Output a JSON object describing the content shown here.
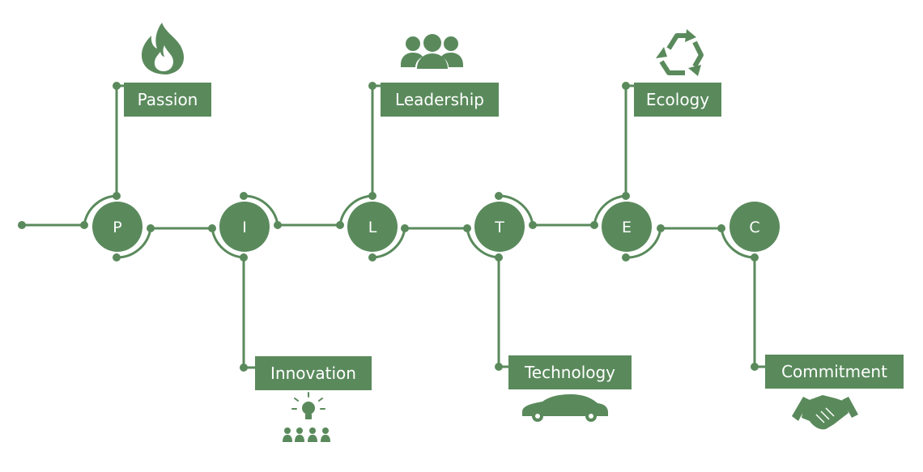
{
  "colors": {
    "green": "#5a8a5c",
    "background": "#ffffff"
  },
  "nodes": [
    {
      "letter": "P",
      "label": "Passion",
      "icon": "flame-icon",
      "side": "top"
    },
    {
      "letter": "I",
      "label": "Innovation",
      "icon": "idea-team-icon",
      "side": "bottom"
    },
    {
      "letter": "L",
      "label": "Leadership",
      "icon": "people-icon",
      "side": "top"
    },
    {
      "letter": "T",
      "label": "Technology",
      "icon": "car-icon",
      "side": "bottom"
    },
    {
      "letter": "E",
      "label": "Ecology",
      "icon": "recycle-icon",
      "side": "top"
    },
    {
      "letter": "C",
      "label": "Commitment",
      "icon": "handshake-icon",
      "side": "bottom"
    }
  ]
}
